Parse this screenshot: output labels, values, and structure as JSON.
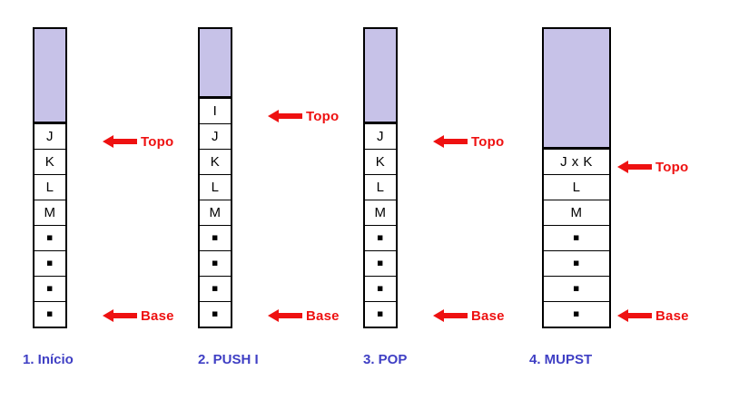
{
  "figure": {
    "title_present": false,
    "colors": {
      "free_space": "#c7c2e8",
      "border": "#000000",
      "pointer": "#ee1111",
      "caption": "#3f3fc4",
      "cell_background": "#ffffff"
    }
  },
  "pointer_labels": {
    "top": "Topo",
    "base": "Base"
  },
  "dot_glyph": "▪",
  "stacks": [
    {
      "caption": "1. Início",
      "cells": [
        "J",
        "K",
        "L",
        "M",
        "▪",
        "▪",
        "▪",
        "▪"
      ],
      "top_label": "Topo",
      "base_label": "Base"
    },
    {
      "caption": "2. PUSH I",
      "cells": [
        "I",
        "J",
        "K",
        "L",
        "M",
        "▪",
        "▪",
        "▪",
        "▪"
      ],
      "top_label": "Topo",
      "base_label": "Base"
    },
    {
      "caption": "3. POP",
      "cells": [
        "J",
        "K",
        "L",
        "M",
        "▪",
        "▪",
        "▪",
        "▪"
      ],
      "top_label": "Topo",
      "base_label": "Base"
    },
    {
      "caption": "4. MUPST",
      "cells": [
        "J x K",
        "L",
        "M",
        "▪",
        "▪",
        "▪",
        "▪"
      ],
      "top_label": "Topo",
      "base_label": "Base"
    }
  ]
}
